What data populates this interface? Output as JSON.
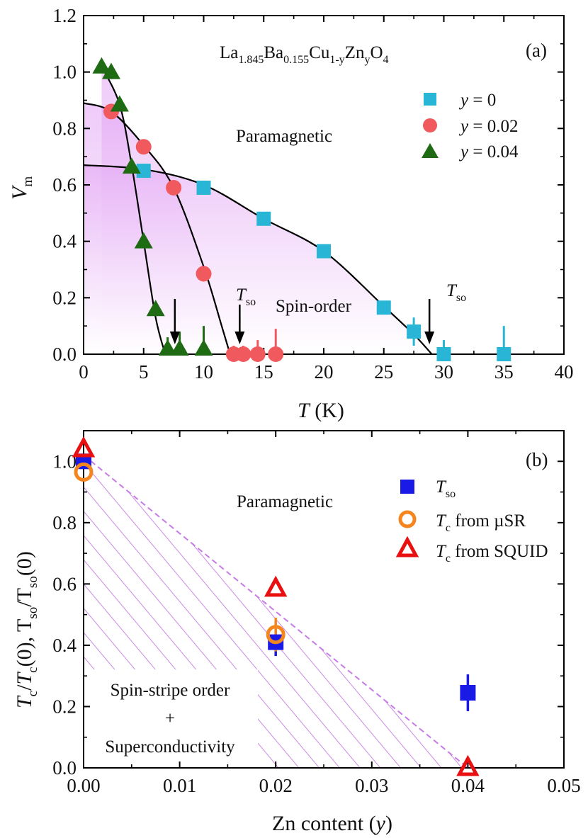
{
  "chart_data": [
    {
      "panel": "(a)",
      "type": "scatter",
      "title": "La1.845Ba0.155Cu1-yZnyO4",
      "title_parts": {
        "a": "La",
        "s1": "1.845",
        "b": "Ba",
        "s2": "0.155",
        "c": "Cu",
        "s3": "1-y",
        "d": "Zn",
        "s4": "y",
        "e": "O",
        "s5": "4"
      },
      "xlabel": {
        "main": "T",
        "unit": " (K)"
      },
      "ylabel": {
        "main": "V",
        "sub": "m"
      },
      "xlim": [
        0,
        40
      ],
      "ylim": [
        0,
        1.2
      ],
      "xticks": [
        "0",
        "5",
        "10",
        "15",
        "20",
        "25",
        "30",
        "35",
        "40"
      ],
      "yticks": [
        "0.0",
        "0.2",
        "0.4",
        "0.6",
        "0.8",
        "1.0",
        "1.2"
      ],
      "grid": false,
      "legend_position": "top-right",
      "annotations": {
        "paramagnetic": "Paramagnetic",
        "spin_order": "Spin-order",
        "tso_main": "T",
        "tso_sub": "so"
      },
      "series": [
        {
          "name": "y = 0",
          "legend_parts": {
            "var": "y",
            "rest": " = 0"
          },
          "marker": "square",
          "color": "#29b6d6",
          "points": [
            [
              5,
              0.65
            ],
            [
              10,
              0.59
            ],
            [
              15,
              0.48
            ],
            [
              20,
              0.365
            ],
            [
              25,
              0.165
            ],
            [
              27.5,
              0.08
            ],
            [
              30,
              0.0
            ],
            [
              35,
              0.0
            ]
          ],
          "errors": [
            0,
            0,
            0,
            0,
            0,
            0.05,
            0.05,
            0.1
          ],
          "fit_curve": [
            [
              0,
              0.67
            ],
            [
              5,
              0.655
            ],
            [
              10,
              0.6
            ],
            [
              15,
              0.48
            ],
            [
              20,
              0.365
            ],
            [
              25,
              0.17
            ],
            [
              27.5,
              0.07
            ],
            [
              29,
              0.0
            ]
          ],
          "tso": 28.8
        },
        {
          "name": "y = 0.02",
          "legend_parts": {
            "var": "y",
            "rest": " = 0.02"
          },
          "marker": "circle",
          "color": "#f05a5f",
          "points": [
            [
              2.3,
              0.86
            ],
            [
              5,
              0.735
            ],
            [
              7.5,
              0.59
            ],
            [
              10,
              0.285
            ],
            [
              12.5,
              0.0
            ],
            [
              13.3,
              0.0
            ],
            [
              14.5,
              0.0
            ],
            [
              16,
              0.0
            ]
          ],
          "errors": [
            0,
            0,
            0,
            0,
            0.03,
            0.03,
            0.05,
            0.09
          ],
          "fit_curve": [
            [
              0,
              0.89
            ],
            [
              2.3,
              0.86
            ],
            [
              5,
              0.74
            ],
            [
              7.5,
              0.59
            ],
            [
              10,
              0.31
            ],
            [
              11.5,
              0.1
            ],
            [
              12.2,
              0.0
            ]
          ],
          "tso": 13.0
        },
        {
          "name": "y = 0.04",
          "legend_parts": {
            "var": "y",
            "rest": " = 0.04"
          },
          "marker": "triangle",
          "color": "#1f6b14",
          "points": [
            [
              1.5,
              1.02
            ],
            [
              2.3,
              1.0
            ],
            [
              3,
              0.885
            ],
            [
              4,
              0.665
            ],
            [
              5,
              0.4
            ],
            [
              6,
              0.16
            ],
            [
              7,
              0.02
            ],
            [
              8,
              0.02
            ],
            [
              10,
              0.02
            ]
          ],
          "errors": [
            0,
            0,
            0,
            0,
            0,
            0,
            0.04,
            0.06,
            0.08
          ],
          "fit_curve": [
            [
              1.5,
              1.02
            ],
            [
              3,
              0.885
            ],
            [
              4,
              0.67
            ],
            [
              5,
              0.4
            ],
            [
              6,
              0.13
            ],
            [
              6.8,
              0.0
            ]
          ],
          "tso": 7.6
        }
      ]
    },
    {
      "panel": "(b)",
      "type": "scatter",
      "xlabel": {
        "main": "Zn content (",
        "var": "y",
        "end": ")"
      },
      "ylabel": {
        "a": "T",
        "s1": "c",
        "b": "/",
        "c": "T",
        "s2": "c",
        "d": "(0), T",
        "s3": "so",
        "e": "/T",
        "s4": "so",
        "f": "(0)"
      },
      "xlim": [
        0,
        0.05
      ],
      "ylim": [
        0,
        1.1
      ],
      "xticks": [
        "0.00",
        "0.01",
        "0.02",
        "0.03",
        "0.04",
        "0.05"
      ],
      "yticks": [
        "0.0",
        "0.2",
        "0.4",
        "0.6",
        "0.8",
        "1.0"
      ],
      "grid": false,
      "legend_position": "top-right",
      "annotations": {
        "paramagnetic": "Paramagnetic",
        "region_line1": "Spin-stripe order",
        "region_line2": "+",
        "region_line3": "Superconductivity"
      },
      "boundary_line": [
        [
          0,
          1.02
        ],
        [
          0.04,
          0.0
        ]
      ],
      "series": [
        {
          "name": "Tso",
          "legend_parts": {
            "main": "T",
            "sub": "so",
            "rest": ""
          },
          "marker": "filled-square",
          "color": "#1a1ae6",
          "points": [
            [
              0.0,
              1.0
            ],
            [
              0.02,
              0.41
            ],
            [
              0.04,
              0.245
            ]
          ],
          "errors": [
            0,
            0.045,
            0.06
          ]
        },
        {
          "name": "Tc from µSR",
          "legend_parts": {
            "main": "T",
            "sub": "c",
            "rest": " from µSR"
          },
          "marker": "open-circle",
          "color": "#f5861f",
          "points": [
            [
              0.0,
              0.965
            ],
            [
              0.02,
              0.435
            ]
          ],
          "errors": [
            0,
            0.055
          ]
        },
        {
          "name": "Tc from SQUID",
          "legend_parts": {
            "main": "T",
            "sub": "c",
            "rest": " from SQUID"
          },
          "marker": "open-triangle",
          "color": "#e81010",
          "points": [
            [
              0.0,
              1.04
            ],
            [
              0.02,
              0.585
            ],
            [
              0.04,
              0.0
            ]
          ],
          "errors": [
            0,
            0,
            0
          ]
        }
      ]
    }
  ]
}
